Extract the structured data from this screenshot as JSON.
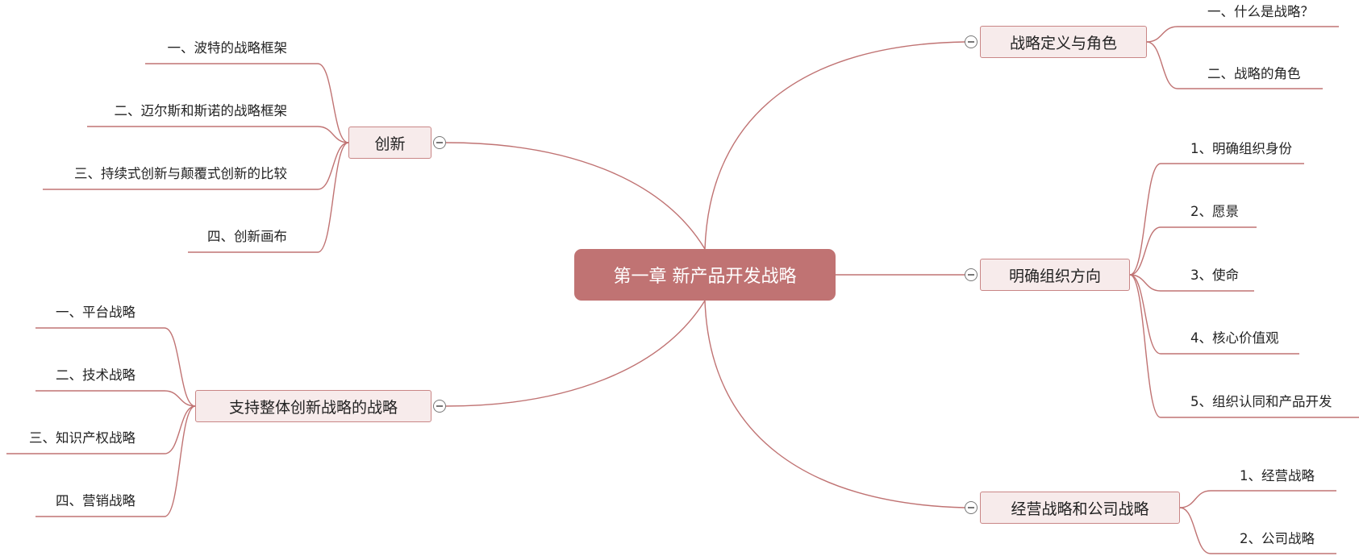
{
  "root": {
    "label": "第一章 新产品开发战略"
  },
  "colors": {
    "root": "#c07373",
    "branch_fill": "#f7ebeb",
    "branch_border": "#c98686",
    "line": "#c07373"
  },
  "branches": [
    {
      "id": "b1",
      "label": "战略定义与角色",
      "side": "right",
      "children": [
        "一、什么是战略？",
        "二、战略的角色"
      ]
    },
    {
      "id": "b2",
      "label": "明确组织方向",
      "side": "right",
      "children": [
        "1、明确组织身份",
        "2、愿景",
        "3、使命",
        "4、核心价值观",
        "5、组织认同和产品开发"
      ]
    },
    {
      "id": "b3",
      "label": "经营战略和公司战略",
      "side": "right",
      "children": [
        "1、经营战略",
        "2、公司战略"
      ]
    },
    {
      "id": "b4",
      "label": "创新",
      "side": "left",
      "children": [
        "一、波特的战略框架",
        "二、迈尔斯和斯诺的战略框架",
        "三、持续式创新与颠覆式创新的比较",
        "四、创新画布"
      ]
    },
    {
      "id": "b5",
      "label": "支持整体创新战略的战略",
      "side": "left",
      "children": [
        "一、平台战略",
        "二、技术战略",
        "三、知识产权战略",
        "四、营销战略"
      ]
    }
  ]
}
